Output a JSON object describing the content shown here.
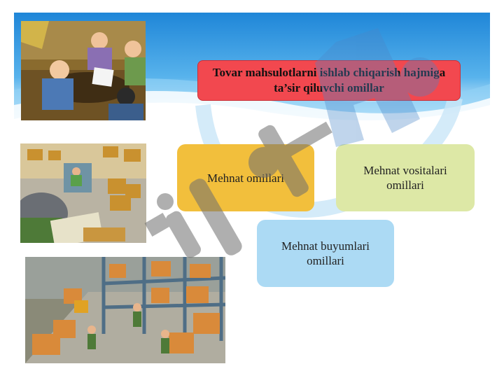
{
  "diagram": {
    "title": "Tovar mahsulotlarni ishlab chiqarish hajmiga ta’sir qiluvchi omillar",
    "nodes": [
      {
        "label": "Mehnat omillari",
        "color": "#f2bf3c"
      },
      {
        "label": "Mehnat vositalari omillari",
        "color": "#dde8a6"
      },
      {
        "label": "Mehnat buyumlari omillari",
        "color": "#acdaf4"
      }
    ],
    "title_color": "#f2484f"
  },
  "images": [
    {
      "name": "office-meeting-clipart"
    },
    {
      "name": "warehouse-worker-clipart"
    },
    {
      "name": "warehouse-shelves-clipart"
    }
  ]
}
